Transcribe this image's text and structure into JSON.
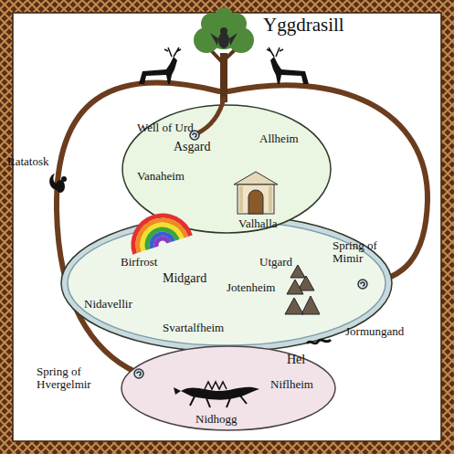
{
  "diagram": {
    "nodes": [
      {
        "text": [
          "Asgard"
        ]
      },
      {
        "text": [
          "Midgard"
        ]
      },
      {
        "text": [
          "Hel"
        ]
      }
    ],
    "labels": [
      "Yggdrasill",
      "Ratatosk",
      "Well of Urd",
      "Allheim",
      "Vanaheim",
      "Valhalla",
      "Birfrost",
      "Utgard",
      "Jotenheim",
      "Spring of Mimir",
      "Nidavellir",
      "Svartalfheim",
      "Jormungand",
      "Niflheim",
      "Spring of Hvergelmir",
      "Nidhogg"
    ]
  }
}
